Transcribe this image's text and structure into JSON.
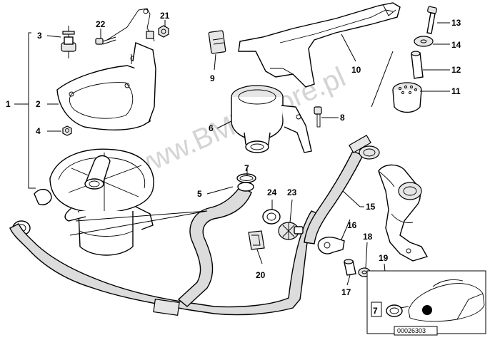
{
  "watermark": "www.BMWstore.pl",
  "reference_number": "00026303",
  "callouts": {
    "c1": "1",
    "c2": "2",
    "c3": "3",
    "c4": "4",
    "c5": "5",
    "c6": "6",
    "c7": "7",
    "c7b": "7",
    "c8": "8",
    "c9": "9",
    "c10": "10",
    "c11": "11",
    "c12": "12",
    "c13": "13",
    "c14": "14",
    "c15": "15",
    "c16": "16",
    "c17": "17",
    "c18": "18",
    "c19": "19",
    "c20": "20",
    "c21": "21",
    "c22": "22",
    "c23": "23",
    "c24": "24"
  }
}
